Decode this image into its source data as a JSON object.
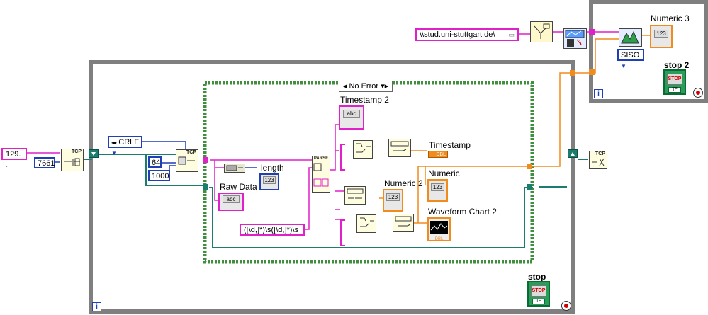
{
  "path_constant": "\\\\stud.uni-stuttgart.de\\",
  "ip_constant": "129.",
  "port_constant": "7661",
  "line_ending": "CRLF",
  "const_64": "64",
  "const_1000": "1000",
  "regex_constant": "([\\d,]*)\\s([\\d,]*)\\s",
  "case_selector": "No Error",
  "plot_mode": "SISO",
  "indicators": {
    "numeric3": "Numeric 3",
    "stop2": "stop 2",
    "timestamp2": "Timestamp 2",
    "timestamp": "Timestamp",
    "numeric2": "Numeric 2",
    "numeric": "Numeric",
    "waveform_chart2": "Waveform Chart 2",
    "raw_data": "Raw Data",
    "length": "length",
    "stop": "stop"
  },
  "glyphs": {
    "abc": "abc",
    "num": "123",
    "dbl": "DBL",
    "stop_button": "STOP",
    "tf": "TF",
    "loop_index": "i",
    "tcp": "TCP",
    "parse": "PARSE"
  },
  "colors": {
    "string_wire": "#e020c8",
    "dbl_wire": "#f08c1e",
    "int_wire": "#1f3fb5",
    "loop_border": "#7f7f7f",
    "case_border": "#3f8f3f",
    "refnum_wire": "#1a7d6e"
  }
}
